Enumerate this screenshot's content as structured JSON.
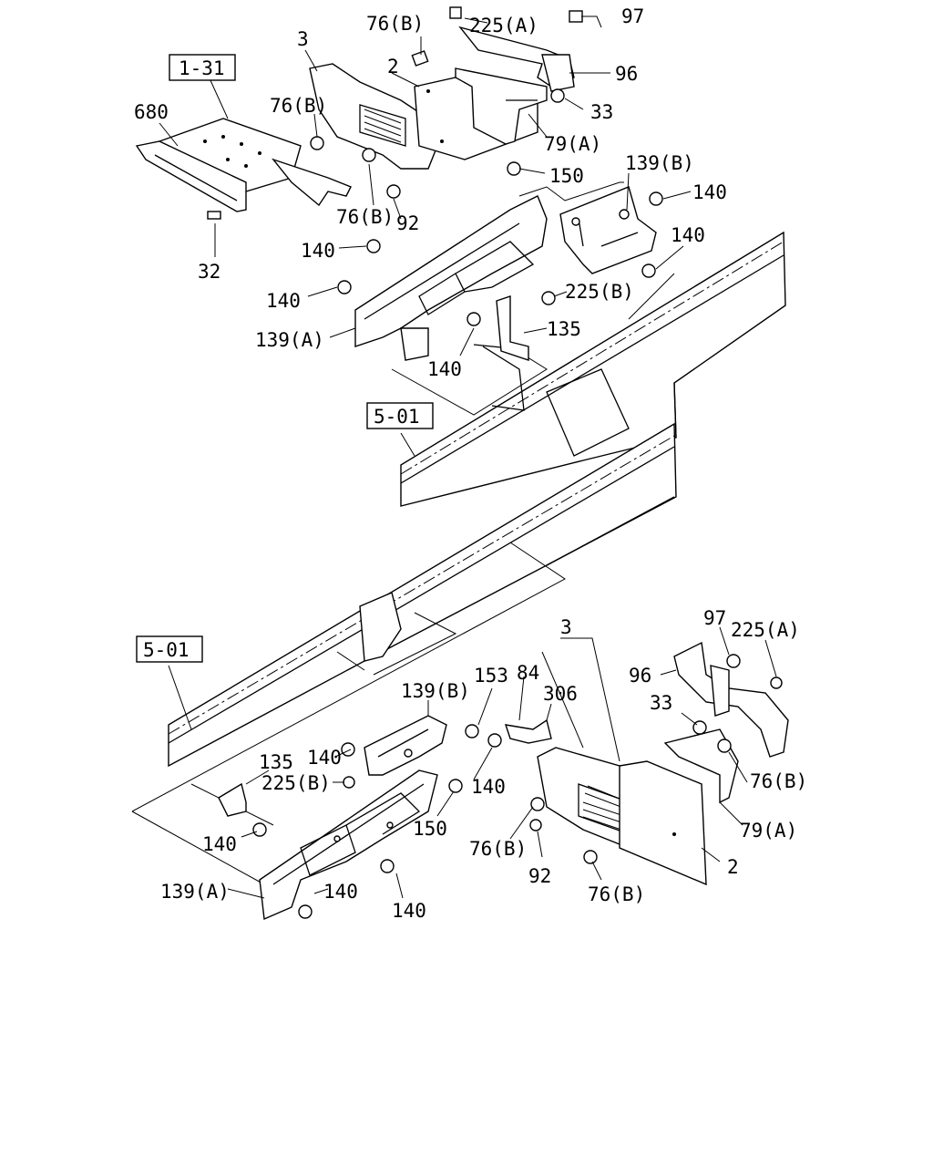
{
  "refs": {
    "r131": "1-31",
    "r501_top": "5-01",
    "r501_bottom": "5-01"
  },
  "top": {
    "l3": "3",
    "l76b_a": "76(B)",
    "l225a": "225(A)",
    "l97": "97",
    "l2": "2",
    "l96": "96",
    "l76b_b": "76(B)",
    "l33": "33",
    "l680": "680",
    "l79a": "79(A)",
    "l150": "150",
    "l139b": "139(B)",
    "l140_a": "140",
    "l76b_c": "76(B)",
    "l92": "92",
    "l140_b": "140",
    "l140_c": "140",
    "l32": "32",
    "l225b": "225(B)",
    "l140_d": "140",
    "l135": "135",
    "l139a": "139(A)",
    "l140_e": "140"
  },
  "bottom": {
    "l3": "3",
    "l97": "97",
    "l225a": "225(A)",
    "l153": "153",
    "l84": "84",
    "l306": "306",
    "l96": "96",
    "l139b": "139(B)",
    "l33": "33",
    "l135": "135",
    "l140_a": "140",
    "l225b": "225(B)",
    "l140_b": "140",
    "l76b_a": "76(B)",
    "l150": "150",
    "l140_c": "140",
    "l79a": "79(A)",
    "l76b_b": "76(B)",
    "l2": "2",
    "l139a": "139(A)",
    "l140_d": "140",
    "l92": "92",
    "l140_e": "140",
    "l76b_c": "76(B)"
  }
}
